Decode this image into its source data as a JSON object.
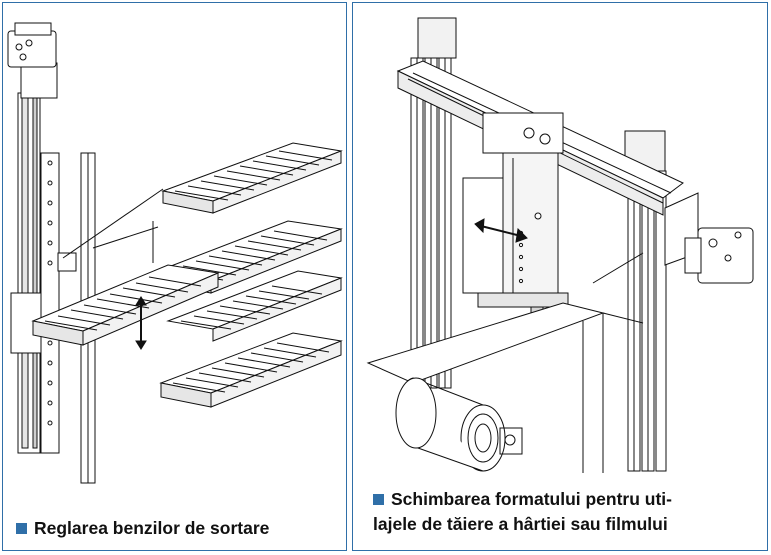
{
  "left_panel": {
    "caption": "Reglarea benzilor de sortare"
  },
  "right_panel": {
    "caption_line1": "Schimbarea formatului pentru uti-",
    "caption_line2": "lajele de tăiere a hârtiei sau filmului"
  },
  "colors": {
    "frame": "#2f6fa8",
    "bullet": "#2f6fa8",
    "text": "#111111",
    "line_art": "#111111",
    "shade": "#d9d9d9"
  }
}
